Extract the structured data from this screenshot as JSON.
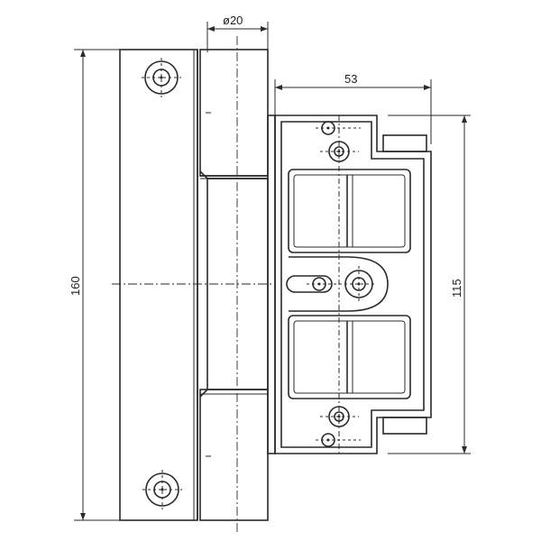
{
  "dimensions": {
    "diameter": "ø20",
    "width": "53",
    "height_total": "160",
    "height_body": "115"
  }
}
